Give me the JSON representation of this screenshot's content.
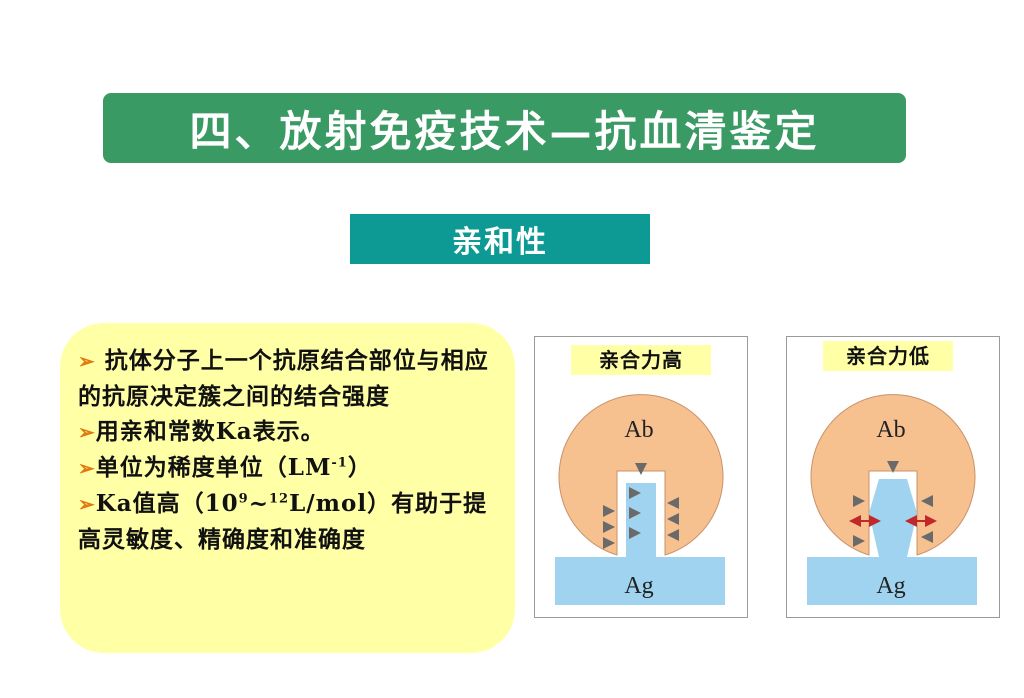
{
  "slide": {
    "title": "四、放射免疫技术—抗血清鉴定",
    "subtitle": "亲和性"
  },
  "info": {
    "bullets": [
      {
        "text": " 抗体分子上一个抗原结合部位与相应的抗原决定簇之间的结合强度"
      },
      {
        "text": "用亲和常数Ka表示。"
      },
      {
        "pre": "单位为稀度单位（LM",
        "sup": "-1",
        "post": "）"
      },
      {
        "pre": "Ka值高（10",
        "sup": "9",
        "mid": "~",
        "sup2": "12",
        "post": "L/mol）有助于提高灵敏度、精确度和准确度"
      }
    ]
  },
  "diagrams": {
    "high": {
      "label": "亲合力高",
      "antibody": "Ab",
      "antigen": "Ag"
    },
    "low": {
      "label": "亲合力低",
      "antibody": "Ab",
      "antigen": "Ag"
    }
  },
  "colors": {
    "title_bg": "#3a9a63",
    "subtitle_bg": "#0d9a94",
    "info_bg": "#ffffa6",
    "antibody_fill": "#f6c08f",
    "antigen_fill": "#9fd3ef",
    "bullet_arrow": "#e07a10"
  }
}
